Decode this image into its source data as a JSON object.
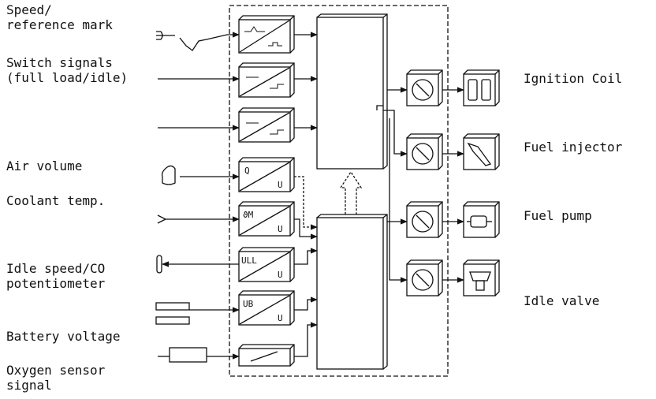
{
  "inputs": {
    "speed_reference": "Speed/\nreference mark",
    "switch_signals": "Switch signals\n(full load/idle)",
    "air_volume": "Air volume",
    "coolant_temp": "Coolant temp.",
    "idle_speed_co": "Idle speed/CO\npotentiometer",
    "battery_voltage": "Battery voltage",
    "oxygen_sensor": "Oxygen sensor\nsignal"
  },
  "outputs": {
    "ignition_coil": "Ignition Coil",
    "fuel_injector": "Fuel injector",
    "fuel_pump": "Fuel pump",
    "idle_valve": "Idle valve"
  },
  "converters": {
    "air_volume": {
      "top": "Q",
      "bottom": "U"
    },
    "coolant_temp": {
      "top": "ϑM",
      "bottom": "U"
    },
    "idle_pot": {
      "top": "ULL",
      "bottom": "U"
    },
    "battery": {
      "top": "UB",
      "bottom": "U"
    }
  }
}
